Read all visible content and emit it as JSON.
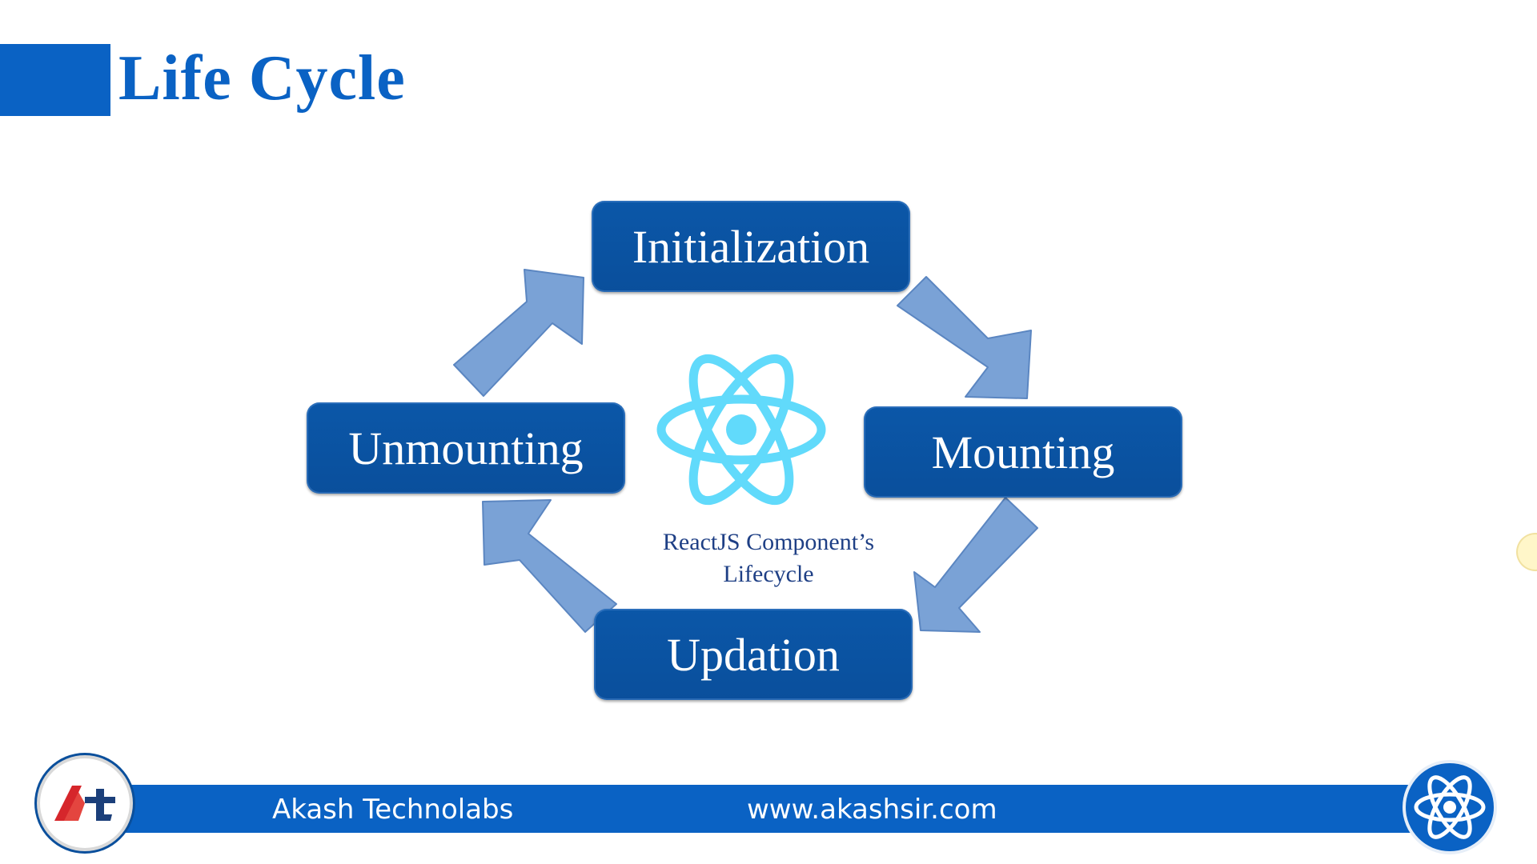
{
  "slide": {
    "title": "Life Cycle",
    "accent_color": "#0a62c4"
  },
  "diagram": {
    "stages": {
      "initialization": "Initialization",
      "mounting": "Mounting",
      "updation": "Updation",
      "unmounting": "Unmounting"
    },
    "center_label_line1": "ReactJS Component’s",
    "center_label_line2": "Lifecycle",
    "center_icon": "react-atom-icon",
    "box_color": "#0b57a8",
    "arrow_color": "#7aa2d6",
    "atom_color": "#61dafb"
  },
  "footer": {
    "company": "Akash Technolabs",
    "website": "www.akashsir.com",
    "left_logo_icon": "akash-technolabs-logo-icon",
    "right_logo_icon": "react-atom-icon",
    "band_color": "#0a62c4"
  }
}
